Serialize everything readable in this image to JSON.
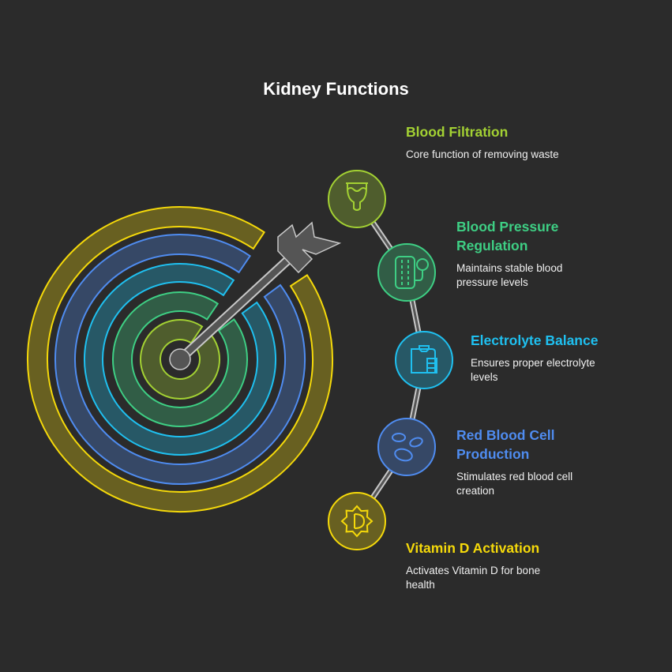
{
  "title": "Kidney Functions",
  "items": [
    {
      "title": "Blood Filtration",
      "desc": "Core function of removing waste",
      "color": "#a3d133",
      "icon": "funnel-icon"
    },
    {
      "title": "Blood Pressure Regulation",
      "desc": "Maintains stable blood pressure levels",
      "color": "#3ecf84",
      "icon": "blood-pressure-monitor-icon"
    },
    {
      "title": "Electrolyte Balance",
      "desc": "Ensures proper electrolyte levels",
      "color": "#1fc0f0",
      "icon": "clipboard-chart-icon"
    },
    {
      "title": "Red Blood Cell Production",
      "desc": "Stimulates red blood cell creation",
      "color": "#4f8cf0",
      "icon": "red-blood-cells-icon"
    },
    {
      "title": "Vitamin D Activation",
      "desc": "Activates Vitamin D for bone health",
      "color": "#f5d90a",
      "icon": "vitamin-d-sun-icon"
    }
  ]
}
